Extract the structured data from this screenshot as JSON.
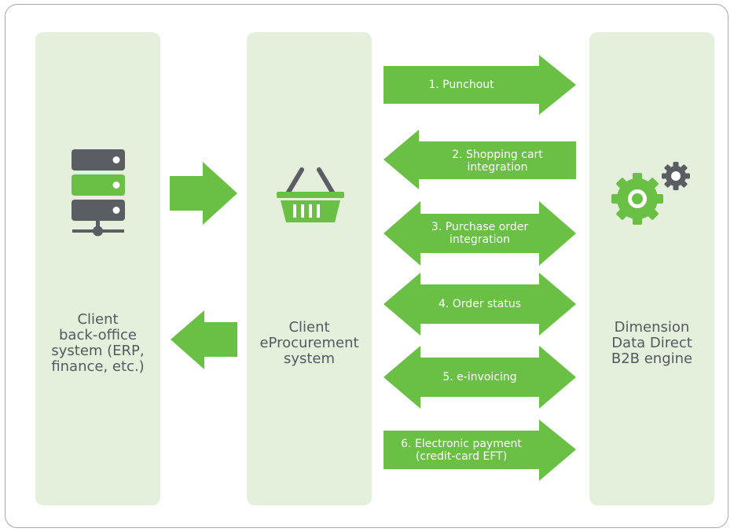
{
  "panels": {
    "left": {
      "label": "Client\nback-office\nsystem (ERP,\nfinance, etc.)",
      "icon": "server-icon"
    },
    "middle": {
      "label": "Client\neProcurement\nsystem",
      "icon": "shopping-basket-icon"
    },
    "right": {
      "label": "Dimension\nData Direct\nB2B engine",
      "icon": "gears-icon"
    }
  },
  "flows": [
    {
      "label": "1. Punchout",
      "direction": "right"
    },
    {
      "label": "2. Shopping cart\nintegration",
      "direction": "left"
    },
    {
      "label": "3. Purchase order\nintegration",
      "direction": "both"
    },
    {
      "label": "4. Order status",
      "direction": "both"
    },
    {
      "label": "5. e-invoicing",
      "direction": "both"
    },
    {
      "label": "6. Electronic payment\n(credit-card EFT)",
      "direction": "right"
    }
  ],
  "side_arrows": [
    {
      "from": "left",
      "to": "middle",
      "direction": "right"
    },
    {
      "from": "middle",
      "to": "left",
      "direction": "left"
    }
  ],
  "colors": {
    "arrow": "#6abf45",
    "panel": "#e4efdc",
    "icon_dark": "#5a5e62",
    "text": "#555a5e",
    "frame": "#a8a8a8"
  }
}
